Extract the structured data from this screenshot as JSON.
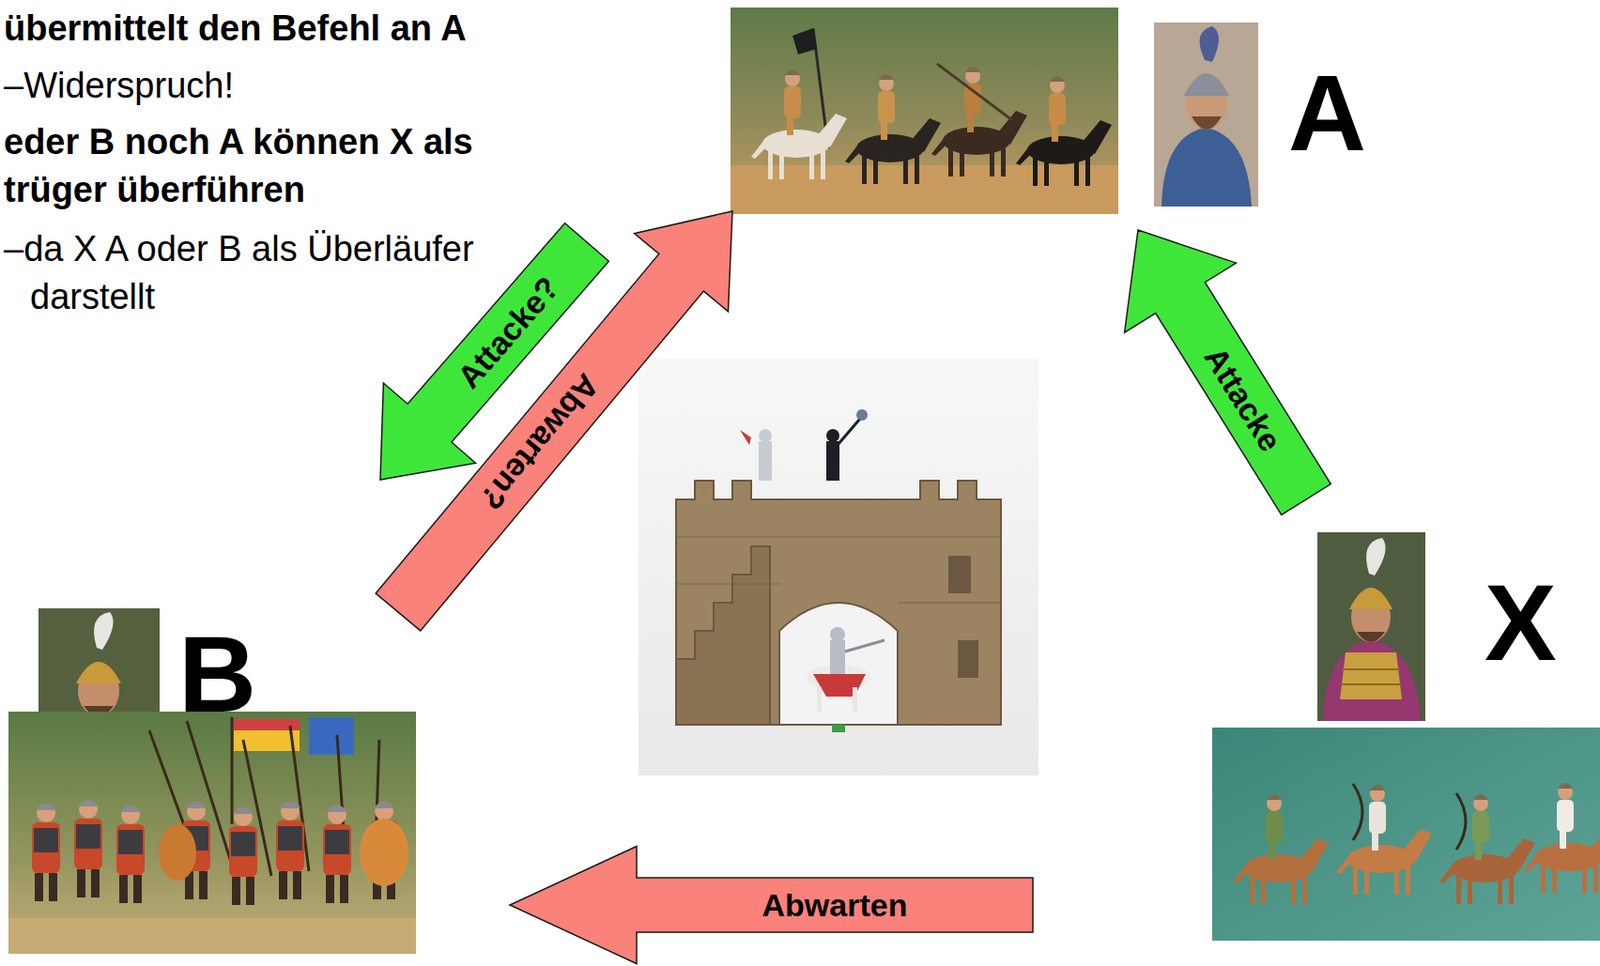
{
  "diagram": {
    "nodes": [
      {
        "text": [
          "A"
        ]
      },
      {
        "text": [
          "B"
        ]
      },
      {
        "text": [
          "X"
        ]
      }
    ],
    "edges": [
      {
        "from": 0,
        "to": 1,
        "label": "Attacke?",
        "arrow": "to"
      },
      {
        "from": 1,
        "to": 0,
        "label": "Abwarten?",
        "arrow": "to"
      },
      {
        "from": 2,
        "to": 0,
        "label": "Attacke",
        "arrow": "to"
      },
      {
        "from": 2,
        "to": 1,
        "label": "Abwarten",
        "arrow": "to"
      }
    ],
    "labels": [
      "übermittelt den Befehl an A",
      "–Widerspruch!",
      "eder B noch A können X als trüger überführen",
      "–da X A oder B als Überläufer darstellt"
    ]
  }
}
